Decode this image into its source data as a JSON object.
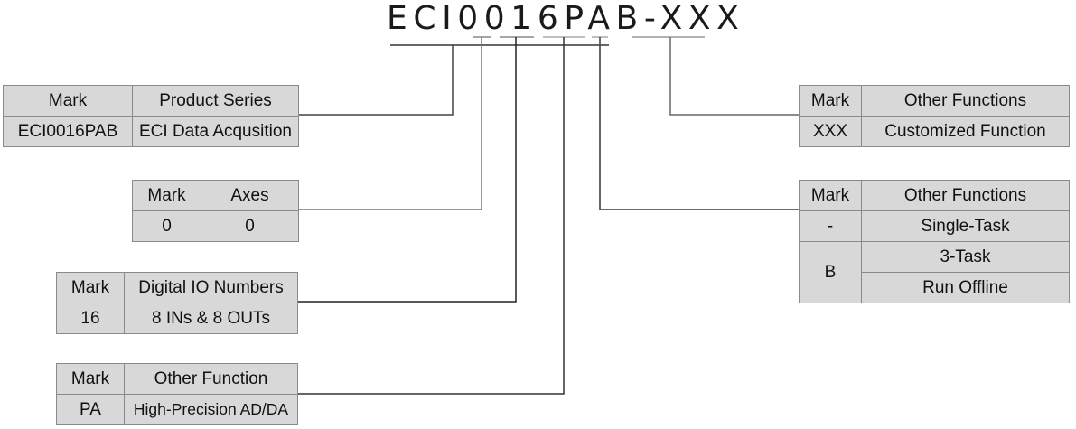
{
  "model_code": {
    "full": "ECI0016PAB-XXX",
    "segments": [
      {
        "text": "ECI0016PAB",
        "meaning": "Product Series"
      },
      {
        "text": "0",
        "meaning": "Axes"
      },
      {
        "text": "16",
        "meaning": "Digital IO Numbers"
      },
      {
        "text": "PA",
        "meaning": "Other Function"
      },
      {
        "text": "B",
        "meaning": "Other Functions"
      },
      {
        "text": "XXX",
        "meaning": "Other Functions"
      }
    ]
  },
  "tables": {
    "product_series": {
      "headers": [
        "Mark",
        "Product Series"
      ],
      "rows": [
        [
          "ECI0016PAB",
          "ECI Data Acqusition"
        ]
      ]
    },
    "axes": {
      "headers": [
        "Mark",
        "Axes"
      ],
      "rows": [
        [
          "0",
          "0"
        ]
      ]
    },
    "digital_io": {
      "headers": [
        "Mark",
        "Digital IO Numbers"
      ],
      "rows": [
        [
          "16",
          "8 INs & 8 OUTs"
        ]
      ]
    },
    "other_function": {
      "headers": [
        "Mark",
        "Other Function"
      ],
      "rows": [
        [
          "PA",
          "High-Precision AD/DA"
        ]
      ]
    },
    "customized": {
      "headers": [
        "Mark",
        "Other Functions"
      ],
      "rows": [
        [
          "XXX",
          "Customized Function"
        ]
      ]
    },
    "task_mode": {
      "headers": [
        "Mark",
        "Other Functions"
      ],
      "rows": [
        {
          "mark": "-",
          "values": [
            "Single-Task"
          ]
        },
        {
          "mark": "B",
          "values": [
            "3-Task",
            "Run Offline"
          ]
        }
      ]
    }
  },
  "colors": {
    "table_fill": "#d8d8d8",
    "table_border": "#8a8a8a",
    "line": "#333333",
    "text": "#111111"
  }
}
